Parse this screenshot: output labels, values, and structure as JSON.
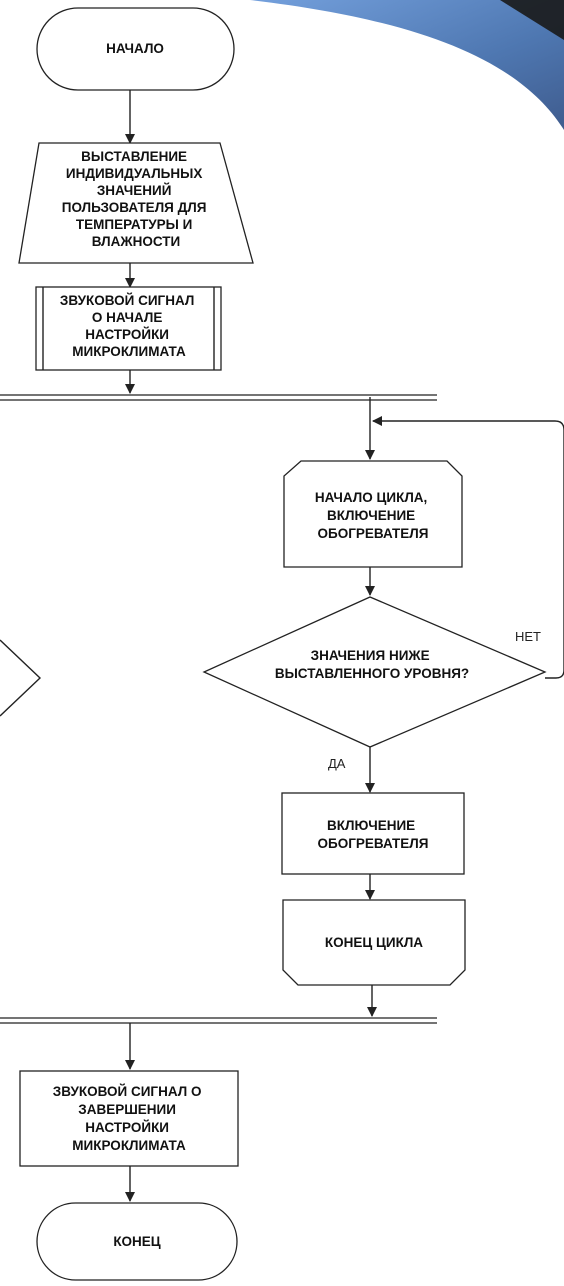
{
  "nodes": {
    "start": "НАЧАЛО",
    "set_values": [
      "ВЫСТАВЛЕНИЕ",
      "ИНДИВИДУАЛЬНЫХ",
      "ЗНАЧЕНИЙ",
      "ПОЛЬЗОВАТЕЛЯ ДЛЯ",
      "ТЕМПЕРАТУРЫ И",
      "ВЛАЖНОСТИ"
    ],
    "sound_start": [
      "ЗВУКОВОЙ СИГНАЛ",
      "О НАЧАЛЕ",
      "НАСТРОЙКИ",
      "МИКРОКЛИМАТА"
    ],
    "loop_start": [
      "НАЧАЛО ЦИКЛА,",
      "ВКЛЮЧЕНИЕ",
      "ОБОГРЕВАТЕЛЯ"
    ],
    "decision": [
      "ЗНАЧЕНИЯ НИЖЕ",
      "ВЫСТАВЛЕННОГО УРОВНЯ?"
    ],
    "heater_on": [
      "ВКЛЮЧЕНИЕ",
      "ОБОГРЕВАТЕЛЯ"
    ],
    "loop_end": "КОНЕЦ ЦИКЛА",
    "sound_end": [
      "ЗВУКОВОЙ СИГНАЛ О",
      "ЗАВЕРШЕНИИ",
      "НАСТРОЙКИ",
      "МИКРОКЛИМАТА"
    ],
    "end": "КОНЕЦ"
  },
  "edge_labels": {
    "no": "НЕТ",
    "yes": "ДА"
  },
  "colors": {
    "stroke": "#222222",
    "text": "#111111",
    "corner_accent": "#2f5fa3"
  }
}
